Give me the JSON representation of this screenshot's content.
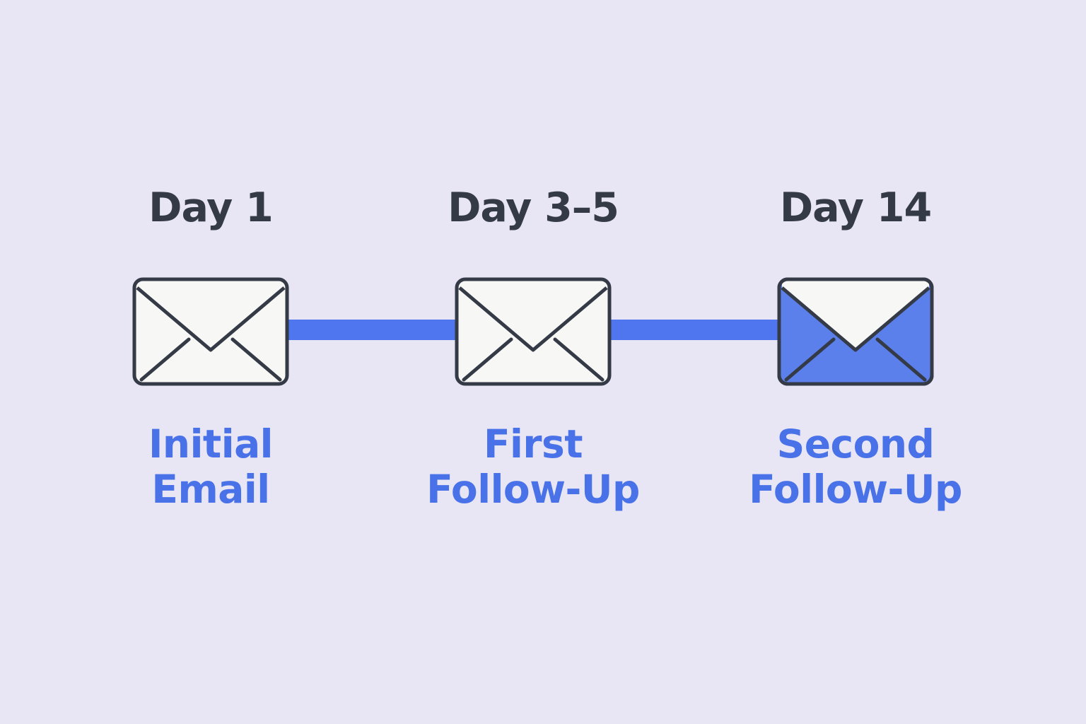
{
  "colors": {
    "background": "#e8e5f5",
    "accent": "#4f76ef",
    "label_text": "#4a72e8",
    "day_text": "#353a47",
    "envelope_outline": "#353a47",
    "envelope_fill": "#f7f7f5",
    "envelope_highlight": "#5b80ec"
  },
  "steps": [
    {
      "day": "Day 1",
      "label_line1": "Initial",
      "label_line2": "Email",
      "icon": "envelope-icon",
      "highlighted": false
    },
    {
      "day": "Day 3–5",
      "label_line1": "First",
      "label_line2": "Follow-Up",
      "icon": "envelope-icon",
      "highlighted": false
    },
    {
      "day": "Day 14",
      "label_line1": "Second",
      "label_line2": "Follow-Up",
      "icon": "envelope-icon",
      "highlighted": true
    }
  ]
}
